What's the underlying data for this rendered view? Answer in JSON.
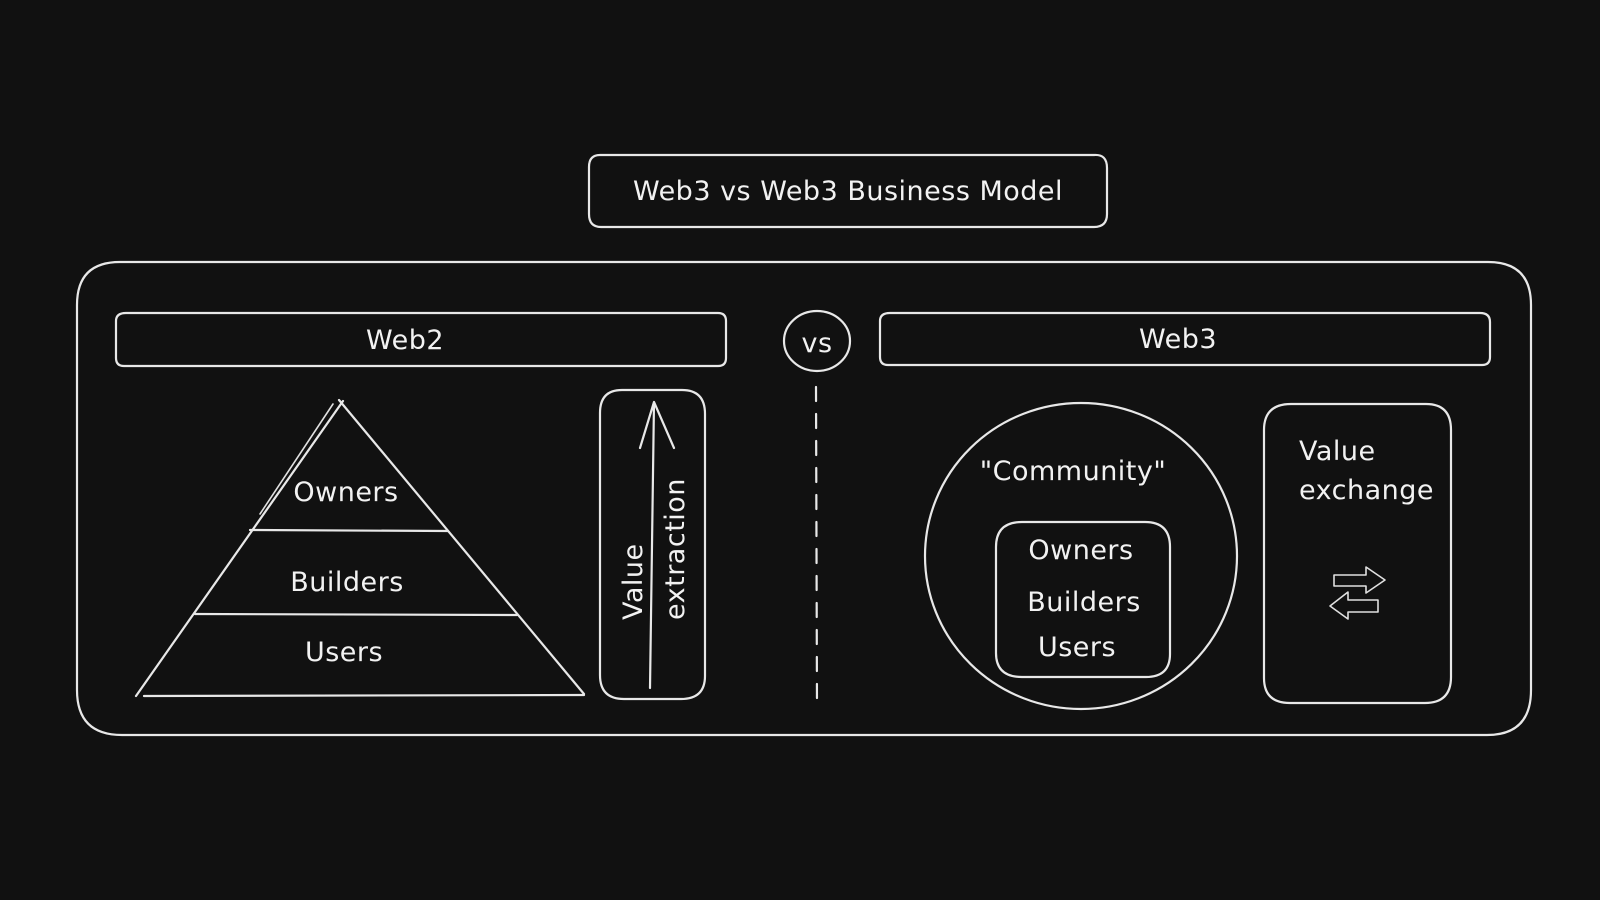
{
  "title": "Web3 vs Web3 Business Model",
  "left": {
    "header": "Web2",
    "pyramid_tiers": [
      "Owners",
      "Builders",
      "Users"
    ],
    "arrow_label_line1": "Value",
    "arrow_label_line2": "extraction"
  },
  "divider": {
    "label": "vs"
  },
  "right": {
    "header": "Web3",
    "circle_label": "\"Community\"",
    "members": [
      "Owners",
      "Builders",
      "Users"
    ],
    "exchange_label_line1": "Value",
    "exchange_label_line2": "exchange",
    "exchange_icon": "swap-arrows-icon"
  },
  "colors": {
    "background": "#111111",
    "stroke": "#e8e8e8",
    "text": "#f2f2f2"
  }
}
